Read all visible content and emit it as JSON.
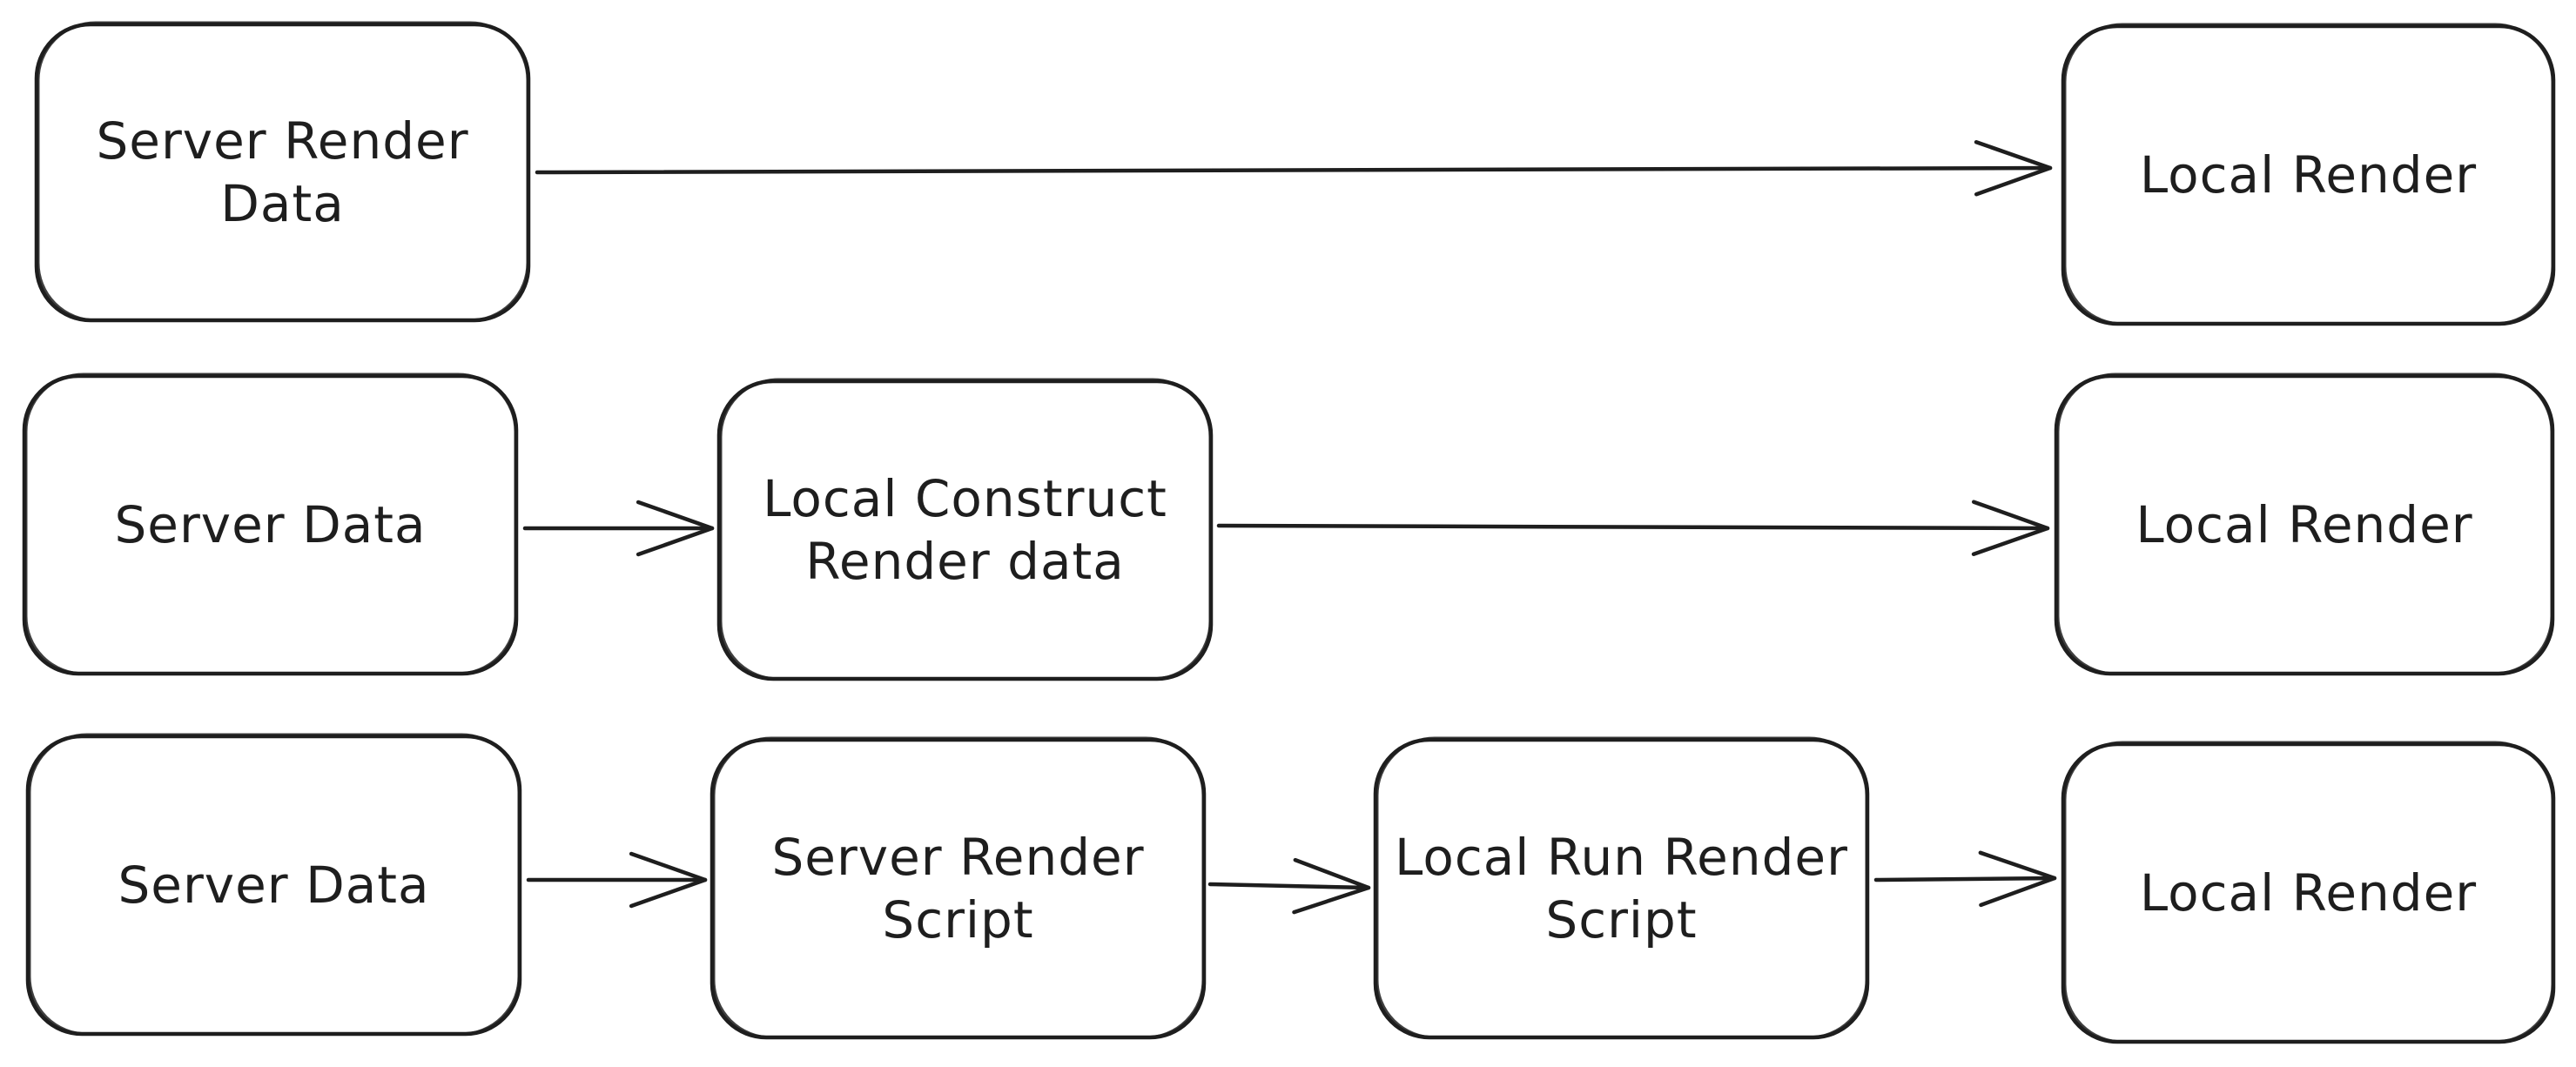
{
  "diagram": {
    "stroke_color": "#1e1e1e",
    "background_color": "#ffffff",
    "rows": [
      {
        "boxes": [
          {
            "id": "r1-server-render-data",
            "lines": [
              "Server Render",
              "Data"
            ]
          },
          {
            "id": "r1-local-render",
            "lines": [
              "Local Render"
            ]
          }
        ]
      },
      {
        "boxes": [
          {
            "id": "r2-server-data",
            "lines": [
              "Server Data"
            ]
          },
          {
            "id": "r2-local-construct",
            "lines": [
              "Local Construct",
              "Render data"
            ]
          },
          {
            "id": "r2-local-render",
            "lines": [
              "Local Render"
            ]
          }
        ]
      },
      {
        "boxes": [
          {
            "id": "r3-server-data",
            "lines": [
              "Server Data"
            ]
          },
          {
            "id": "r3-server-render-script",
            "lines": [
              "Server Render",
              "Script"
            ]
          },
          {
            "id": "r3-local-run-render-script",
            "lines": [
              "Local Run Render",
              "Script"
            ]
          },
          {
            "id": "r3-local-render",
            "lines": [
              "Local Render"
            ]
          }
        ]
      }
    ]
  }
}
